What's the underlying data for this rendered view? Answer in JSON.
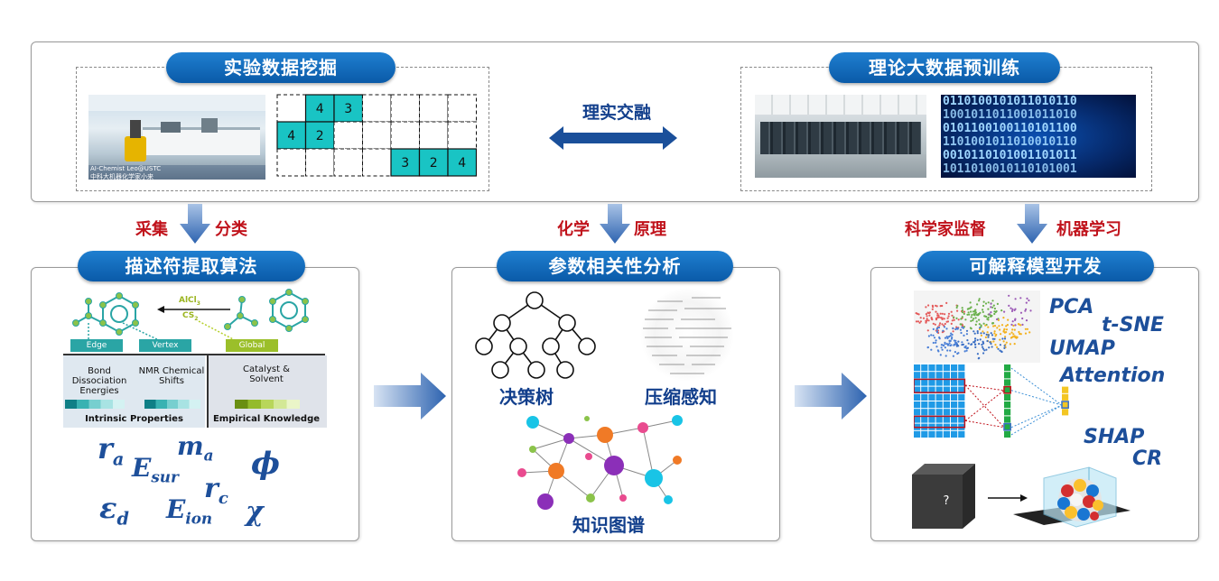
{
  "top": {
    "left_title": "实验数据挖掘",
    "right_title": "理论大数据预训练",
    "middle_label": "理实交融",
    "lab_caption_1": "AI-Chemist Leo@USTC",
    "lab_caption_2": "中科大机器化学家小来",
    "grid_numbers": [
      "4",
      "3",
      "4",
      "2",
      "3",
      "2",
      "4"
    ]
  },
  "arrows": {
    "left": [
      "采集",
      "分类"
    ],
    "middle": [
      "化学",
      "原理"
    ],
    "right": [
      "科学家监督",
      "机器学习"
    ]
  },
  "panel1": {
    "title": "描述符提取算法",
    "reagent_1": "AlCl",
    "reagent_1_sub": "3",
    "reagent_2": "CS",
    "reagent_2_sub": "2",
    "tag_edge": "Edge",
    "tag_vertex": "Vertex",
    "tag_global": "Global",
    "bond": "Bond Dissociation Energies",
    "nmr": "NMR Chemical Shifts",
    "catalyst": "Catalyst & Solvent",
    "intrinsic": "Intrinsic Properties",
    "empirical": "Empirical Knowledge",
    "symbols": [
      {
        "base": "r",
        "sub": "a"
      },
      {
        "base": "E",
        "sub": "sur"
      },
      {
        "base": "m",
        "sub": "a"
      },
      {
        "base": "ϕ",
        "sub": ""
      },
      {
        "base": "r",
        "sub": "c"
      },
      {
        "base": "ε",
        "sub": "d"
      },
      {
        "base": "E",
        "sub": "ion"
      },
      {
        "base": "χ",
        "sub": ""
      }
    ]
  },
  "panel2": {
    "title": "参数相关性分析",
    "tree_label": "决策树",
    "cs_label": "压缩感知",
    "kg_label": "知识图谱"
  },
  "panel3": {
    "title": "可解释模型开发",
    "methods": [
      "PCA",
      "t-SNE",
      "UMAP",
      "Attention",
      "SHAP",
      "CR"
    ],
    "blackbox_mark": "?"
  },
  "colors": {
    "pill_blue": "#0a5aa8",
    "text_blue": "#123f8c",
    "red": "#c0121b",
    "teal": "#19c4c4"
  }
}
